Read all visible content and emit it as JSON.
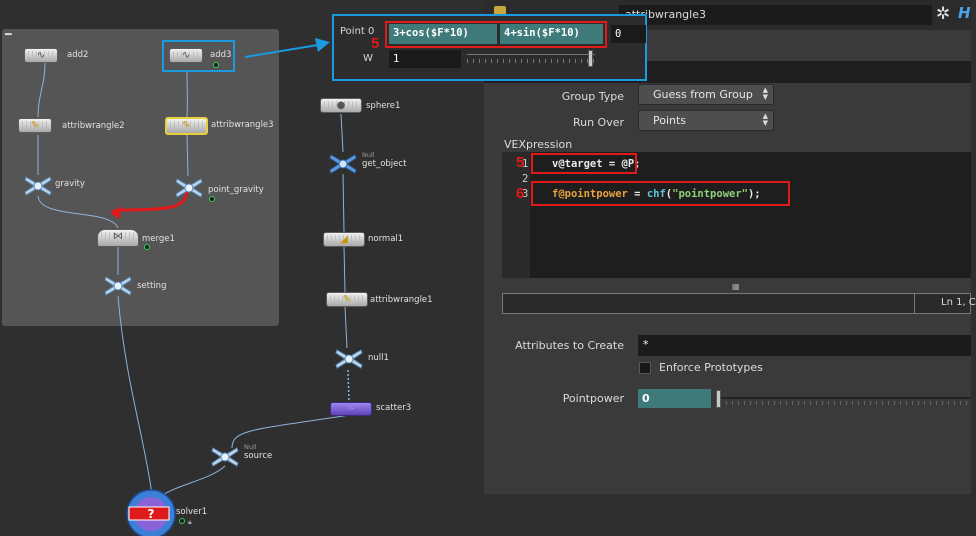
{
  "network": {
    "nodes": {
      "add2": "add2",
      "add3": "add3",
      "attribwrangle2": "attribwrangle2",
      "attribwrangle3": "attribwrangle3",
      "gravity": "gravity",
      "point_gravity": "point_gravity",
      "merge1": "merge1",
      "setting": "setting",
      "sphere1": "sphere1",
      "get_object": "get_object",
      "normal1": "normal1",
      "attribwrangle1": "attribwrangle1",
      "null1": "null1",
      "scatter3": "scatter3",
      "source": "source",
      "solver1": "solver1"
    },
    "null_tag": "Null"
  },
  "callout": {
    "point_label": "Point 0",
    "x_expr": "3+cos($F*10)",
    "y_expr": "4+sin($F*10)",
    "z_value": "0",
    "w_label": "W",
    "w_value": "1",
    "annotation_number": "5"
  },
  "params": {
    "node_name": "attribwrangle3",
    "group_type_label": "Group Type",
    "group_type_value": "Guess from Group",
    "run_over_label": "Run Over",
    "run_over_value": "Points",
    "vexpression_label": "VEXpression",
    "code": {
      "line1_number": "1",
      "line2_number": "2",
      "line3_number": "3",
      "line1_text": "v@target = @P;",
      "line3_type": "f@pointpower",
      "line3_eq": " = ",
      "line3_fn": "chf",
      "line3_open": "(",
      "line3_str": "\"pointpower\"",
      "line3_close": ");"
    },
    "annotation_5": "5",
    "annotation_6": "6",
    "cursor_pos": "Ln 1, C",
    "attributes_label": "Attributes to Create",
    "attributes_value": "*",
    "enforce_label": "Enforce Prototypes",
    "pointpower_label": "Pointpower",
    "pointpower_value": "0"
  }
}
